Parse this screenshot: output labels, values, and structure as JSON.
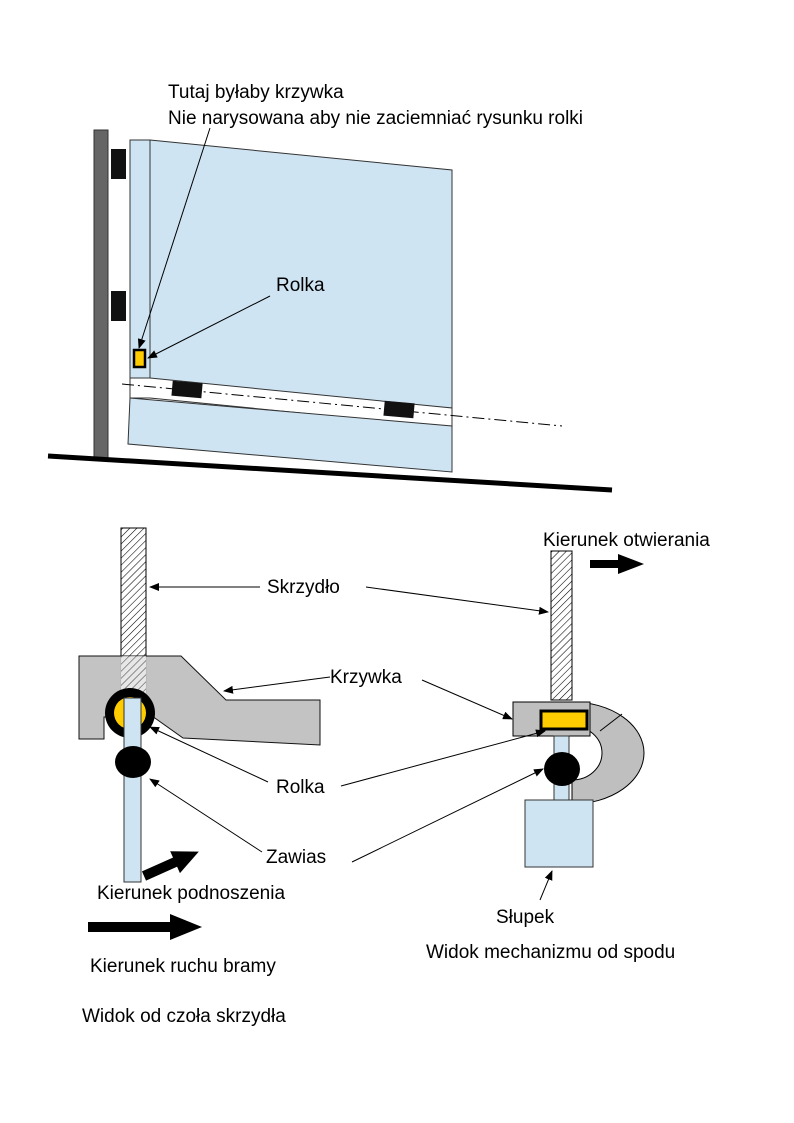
{
  "labels": {
    "cam_note_line1": "Tutaj byłaby krzywka",
    "cam_note_line2": "Nie narysowana aby nie zaciemniać rysunku rolki",
    "roller_top": "Rolka",
    "leaf": "Skrzydło",
    "opening_direction": "Kierunek otwierania",
    "cam": "Krzywka",
    "roller": "Rolka",
    "hinge": "Zawias",
    "lift_direction": "Kierunek podnoszenia",
    "gate_motion_direction": "Kierunek ruchu bramy",
    "front_view_caption": "Widok od czoła skrzydła",
    "post": "Słupek",
    "bottom_view_caption": "Widok mechanizmu od spodu"
  },
  "colors": {
    "panel_fill": "#cfe4f3",
    "cam_fill": "#bfbfbf",
    "roller_fill": "#ffcc00",
    "post_fill": "#666666",
    "outline": "#000000"
  }
}
